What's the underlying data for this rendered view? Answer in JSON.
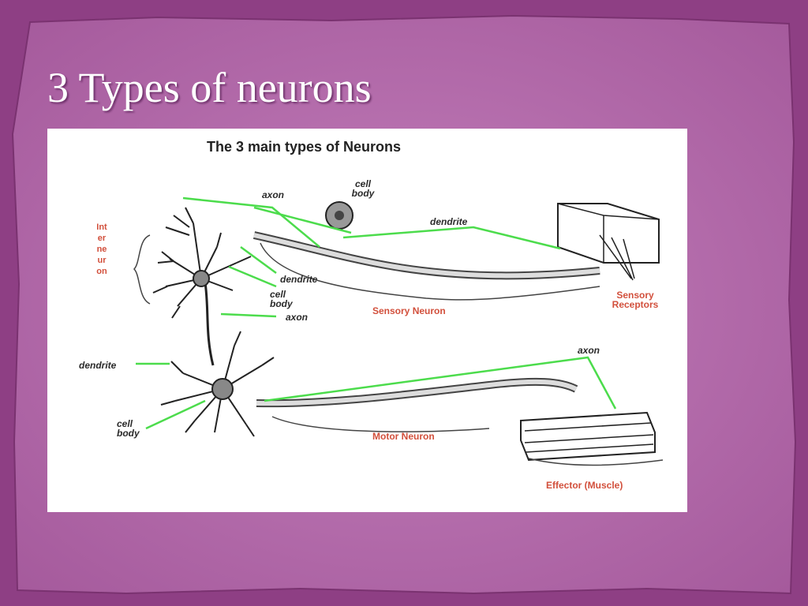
{
  "slide": {
    "title": "3 Types of neurons"
  },
  "colors": {
    "background": "#8e3f84",
    "panel": "#b06aa8",
    "leader": "#4cdc4c",
    "label_red": "#d2503c"
  },
  "diagram": {
    "title": "The 3 main types of Neurons",
    "labels": {
      "axon_top": "axon",
      "cell_body_top": "cell body",
      "dendrite_top": "dendrite",
      "dendrite_inter": "dendrite",
      "cell_body_inter": "cell body",
      "axon_inter": "axon",
      "dendrite_motor": "dendrite",
      "cell_body_motor": "cell body",
      "axon_motor": "axon"
    },
    "vertical_label": "Interneuron",
    "sensory_neuron": "Sensory Neuron",
    "sensory_receptors": "Sensory Receptors",
    "motor_neuron": "Motor Neuron",
    "effector": "Effector (Muscle)"
  }
}
